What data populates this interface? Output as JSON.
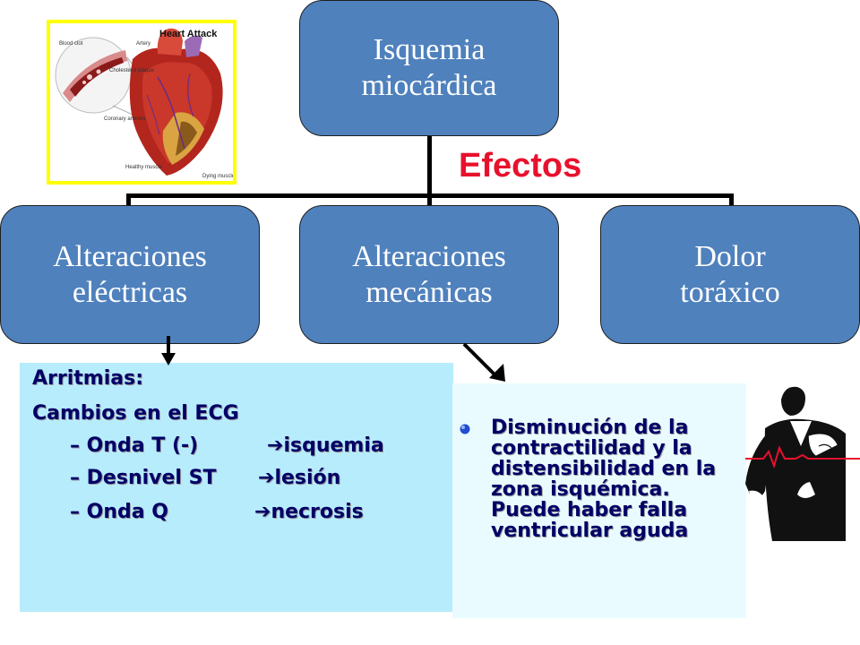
{
  "top_node": {
    "line1": "Isquemia",
    "line2": "miocárdica"
  },
  "edge_label": "Efectos",
  "children": [
    {
      "line1": "Alteraciones",
      "line2": "eléctricas"
    },
    {
      "line1": "Alteraciones",
      "line2": "mecánicas"
    },
    {
      "line1": "Dolor",
      "line2": "toráxico"
    }
  ],
  "left_panel": {
    "heading": "Arritmias:",
    "subheading": "Cambios en el ECG",
    "items": [
      {
        "label": "Onda T (-)",
        "result": "isquemia"
      },
      {
        "label": "Desnivel ST",
        "result": "lesión"
      },
      {
        "label": "Onda Q",
        "result": "necrosis"
      }
    ]
  },
  "right_panel": {
    "bullet": "Disminución de la contractilidad y la distensibilidad en la zona isquémica. Puede haber falla ventricular aguda"
  },
  "heart_image": {
    "title": "Heart Attack",
    "labels": [
      "Blood clot",
      "Artery",
      "Cholesterol plaque",
      "Coronary arteries",
      "Healthy muscle",
      "Dying muscle"
    ]
  },
  "colors": {
    "node_fill": "#4f81bd",
    "edge_label": "#e8112d",
    "left_panel": "#b7ecfd",
    "right_panel": "#e9fbff",
    "text": "#000066",
    "frame": "#ffff00"
  }
}
